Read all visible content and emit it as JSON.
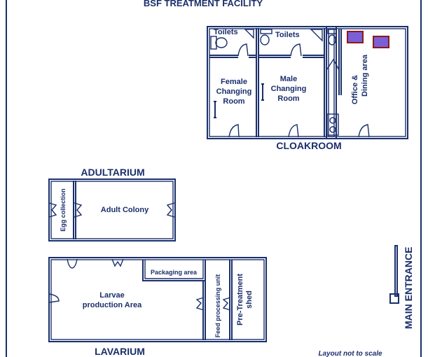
{
  "title": "BSF TREATMENT FACILITY",
  "sections": {
    "cloakroom": {
      "label": "CLOAKROOM",
      "rooms": {
        "toilets_female": "Toilets",
        "toilets_male": "Toilets",
        "female_changing": [
          "Female",
          "Changing",
          "Room"
        ],
        "male_changing": [
          "Male",
          "Changing",
          "Room"
        ],
        "office_dining": [
          "Office &",
          "Dining area"
        ]
      }
    },
    "adultarium": {
      "label": "ADULTARIUM",
      "rooms": {
        "egg_collection": "Egg collection",
        "adult_colony": "Adult Colony"
      }
    },
    "lavarium": {
      "label": "LAVARIUM",
      "rooms": {
        "larvae_production": [
          "Larvae",
          "production Area"
        ],
        "packaging": "Packaging area",
        "feed_processing": "Feed processing unit",
        "pre_treatment": [
          "Pre-Treatment",
          "shed"
        ]
      }
    }
  },
  "main_entrance": "MAIN ENTRANCE",
  "scale_note": "Layout not to scale",
  "colors": {
    "wall": "#1a2f6b",
    "furniture_fill": "#7b5fd6",
    "furniture_border": "#8b1a1a"
  }
}
